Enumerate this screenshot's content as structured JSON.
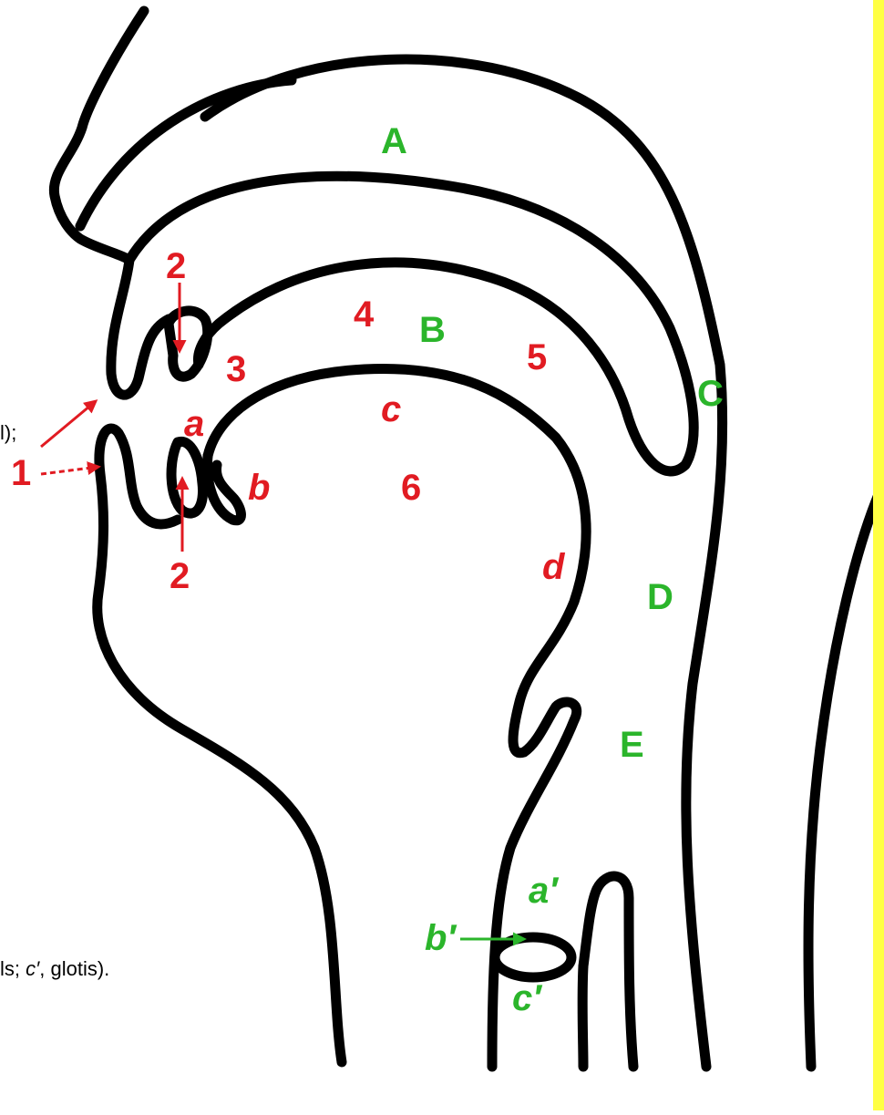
{
  "colors": {
    "outline": "#000000",
    "red": "#e11b22",
    "green": "#2bb52b",
    "strip": "#ffff44"
  },
  "cut_text": {
    "line1": "l);",
    "line2_prefix": "ls; ",
    "line2_italic": "c′",
    "line2_suffix": ", glotis)."
  },
  "labels": {
    "red": {
      "one": "1",
      "two_top": "2",
      "two_bottom": "2",
      "three": "3",
      "four": "4",
      "five": "5",
      "six": "6",
      "a": "a",
      "b": "b",
      "c": "c",
      "d": "d"
    },
    "green": {
      "A": "A",
      "B": "B",
      "C": "C",
      "D": "D",
      "E": "E",
      "a_prime": "a′",
      "b_prime": "b′",
      "c_prime": "c′"
    }
  }
}
